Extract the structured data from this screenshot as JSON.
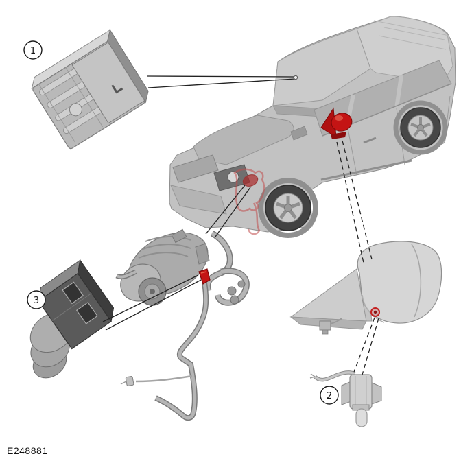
{
  "figure": {
    "code": "E248881",
    "callouts": [
      {
        "number": "1"
      },
      {
        "number": "2"
      },
      {
        "number": "3"
      }
    ],
    "highlight_color": "#c41414",
    "line_color": "#222222",
    "body_color": "#c2c2c2",
    "background_color": "#ffffff"
  }
}
